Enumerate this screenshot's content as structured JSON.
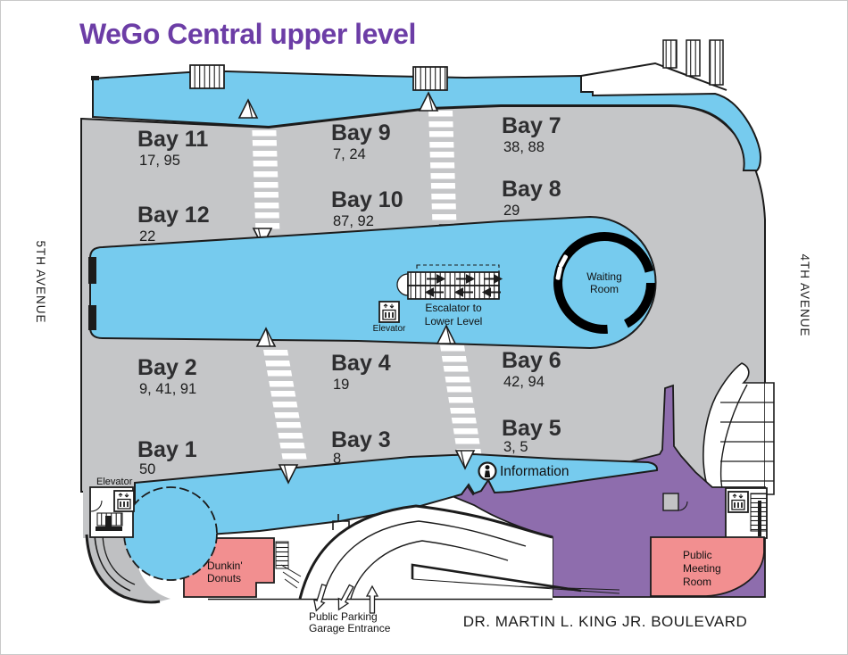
{
  "title": "WeGo Central upper level",
  "streets": {
    "left": "5TH AVENUE",
    "right": "4TH AVENUE",
    "bottom": "DR. MARTIN L. KING JR. BOULEVARD"
  },
  "bays": {
    "bay11": {
      "label": "Bay 11",
      "routes": "17, 95"
    },
    "bay9": {
      "label": "Bay 9",
      "routes": "7, 24"
    },
    "bay7": {
      "label": "Bay 7",
      "routes": "38, 88"
    },
    "bay12": {
      "label": "Bay 12",
      "routes": "22"
    },
    "bay10": {
      "label": "Bay 10",
      "routes": "87, 92"
    },
    "bay8": {
      "label": "Bay 8",
      "routes": "29"
    },
    "bay2": {
      "label": "Bay 2",
      "routes": "9, 41, 91"
    },
    "bay4": {
      "label": "Bay 4",
      "routes": "19"
    },
    "bay6": {
      "label": "Bay 6",
      "routes": "42, 94"
    },
    "bay1": {
      "label": "Bay 1",
      "routes": "50"
    },
    "bay3": {
      "label": "Bay 3",
      "routes": "8"
    },
    "bay5": {
      "label": "Bay 5",
      "routes": "3, 5"
    }
  },
  "labels": {
    "waiting1": "Waiting",
    "waiting2": "Room",
    "escalator1": "Escalator to",
    "escalator2": "Lower Level",
    "elevator_center": "Elevator",
    "elevator_left": "Elevator",
    "information": "Information",
    "dunkin1": "Dunkin'",
    "dunkin2": "Donuts",
    "meeting1": "Public",
    "meeting2": "Meeting",
    "meeting3": "Room",
    "garage1": "Public Parking",
    "garage2": "Garage Entrance"
  },
  "colors": {
    "roadway_blue": "#76CBEE",
    "platform_gray": "#C5C6C8",
    "concourse_purple": "#8E6DAD",
    "room_pink": "#F28F90",
    "title_purple": "#6C3DA6",
    "outline": "#1C1C1C"
  }
}
